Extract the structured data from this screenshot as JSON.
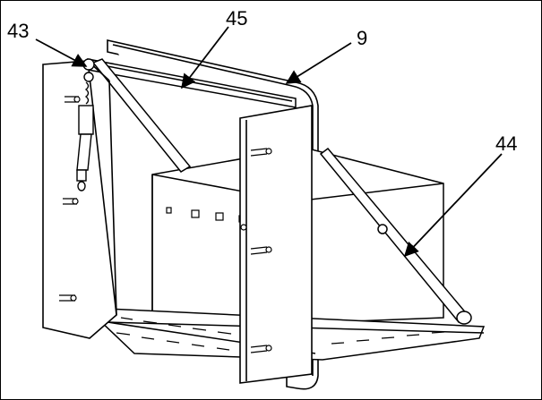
{
  "labels": {
    "l43": "43",
    "l45": "45",
    "l9": "9",
    "l44": "44"
  },
  "colors": {
    "line": "#000000",
    "shade": "#e6e6e6",
    "paper": "#ffffff"
  }
}
